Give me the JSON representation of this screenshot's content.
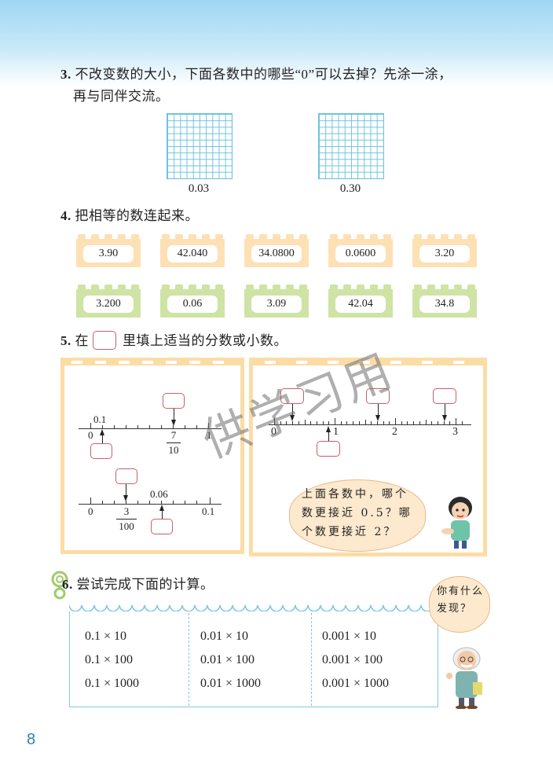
{
  "page_number": "8",
  "watermark": "供学习用",
  "q3": {
    "num": "3.",
    "line1": "不改变数的大小，下面各数中的哪些“0”可以去掉？先涂一涂，",
    "line2": "再与同伴交流。",
    "grids": [
      {
        "label": "0.03"
      },
      {
        "label": "0.30"
      }
    ]
  },
  "q4": {
    "num": "4.",
    "text": "把相等的数连起来。",
    "top_row": [
      "3.90",
      "42.040",
      "34.0800",
      "0.0600",
      "3.20"
    ],
    "bottom_row": [
      "3.200",
      "0.06",
      "3.09",
      "42.04",
      "34.8"
    ]
  },
  "q5": {
    "num": "5.",
    "text_before": "在",
    "text_after": "里填上适当的分数或小数。",
    "left_panel": {
      "line1": {
        "label_start": "0",
        "label_end": "1",
        "label_given": "0.1",
        "fraction": {
          "numerator": "7",
          "denominator": "10"
        }
      },
      "line2": {
        "label_start": "0",
        "label_end": "0.1",
        "label_given": "0.06",
        "fraction": {
          "numerator": "3",
          "denominator": "100"
        }
      }
    },
    "right_panel": {
      "labels": [
        "0",
        "1",
        "2",
        "3"
      ],
      "bubble_lines": [
        "上面各数中，哪个",
        "数更接近 0.5？哪",
        "个数更接近 2？"
      ]
    }
  },
  "q6": {
    "num": "6.",
    "text": "尝试完成下面的计算。",
    "columns": [
      [
        "0.1 × 10",
        "0.1 × 100",
        "0.1 × 1000"
      ],
      [
        "0.01 × 10",
        "0.01 × 100",
        "0.01 × 1000"
      ],
      [
        "0.001 × 10",
        "0.001 × 100",
        "0.001 × 1000"
      ]
    ],
    "bubble_lines": [
      "你有什么",
      "发现？"
    ]
  }
}
